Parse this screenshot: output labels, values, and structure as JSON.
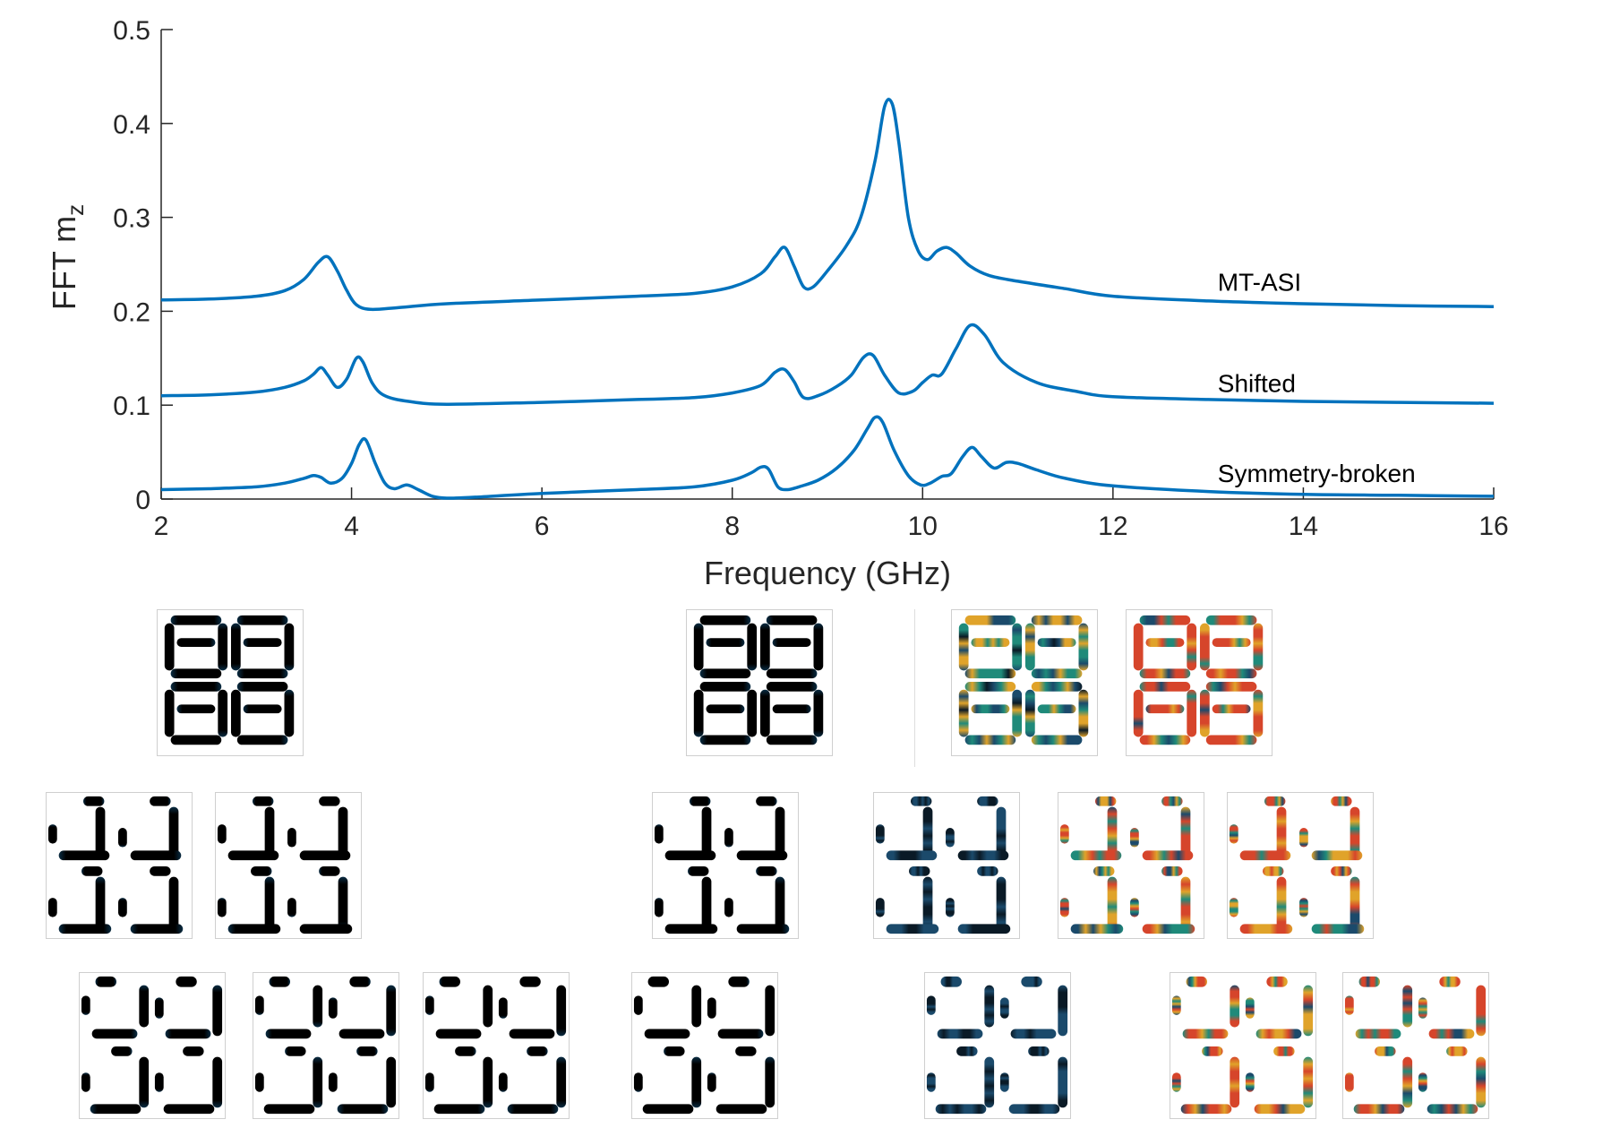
{
  "chart_data": {
    "type": "line",
    "title": "",
    "xlabel": "Frequency (GHz)",
    "ylabel_base": "FFT m",
    "ylabel_sub": "z",
    "xlim": [
      2,
      16
    ],
    "ylim": [
      0,
      0.5
    ],
    "xticks": [
      2,
      4,
      6,
      8,
      10,
      12,
      14,
      16
    ],
    "xtick_labels": [
      "2",
      "4",
      "6",
      "8",
      "10",
      "12",
      "14",
      "16"
    ],
    "yticks": [
      0,
      0.1,
      0.2,
      0.3,
      0.4,
      0.5
    ],
    "ytick_labels": [
      "0",
      "0.1",
      "0.2",
      "0.3",
      "0.4",
      "0.5"
    ],
    "grid": false,
    "line_color": "#0072BD",
    "series": [
      {
        "name": "MT-ASI",
        "label_at": [
          13.1,
          0.222
        ],
        "x": [
          2,
          2.5,
          3,
          3.3,
          3.5,
          3.65,
          3.75,
          3.85,
          3.95,
          4.05,
          4.2,
          4.5,
          5,
          6,
          7,
          7.6,
          8.0,
          8.3,
          8.45,
          8.55,
          8.65,
          8.75,
          8.85,
          9.0,
          9.2,
          9.35,
          9.5,
          9.6,
          9.68,
          9.75,
          9.85,
          9.95,
          10.05,
          10.15,
          10.25,
          10.35,
          10.5,
          10.7,
          11,
          11.5,
          12,
          13,
          14,
          15,
          16
        ],
        "y": [
          0.212,
          0.213,
          0.216,
          0.222,
          0.234,
          0.252,
          0.258,
          0.243,
          0.222,
          0.207,
          0.202,
          0.204,
          0.208,
          0.212,
          0.216,
          0.219,
          0.226,
          0.24,
          0.258,
          0.268,
          0.248,
          0.226,
          0.226,
          0.243,
          0.27,
          0.3,
          0.36,
          0.418,
          0.421,
          0.38,
          0.3,
          0.265,
          0.255,
          0.264,
          0.268,
          0.262,
          0.248,
          0.238,
          0.232,
          0.224,
          0.216,
          0.211,
          0.208,
          0.206,
          0.205
        ]
      },
      {
        "name": "Shifted",
        "label_at": [
          13.1,
          0.114
        ],
        "x": [
          2,
          2.5,
          3,
          3.3,
          3.5,
          3.6,
          3.68,
          3.75,
          3.85,
          3.95,
          4.05,
          4.12,
          4.22,
          4.35,
          4.6,
          5,
          6,
          7,
          7.6,
          8.0,
          8.3,
          8.45,
          8.55,
          8.65,
          8.75,
          8.9,
          9.1,
          9.25,
          9.38,
          9.48,
          9.6,
          9.75,
          9.9,
          10.0,
          10.1,
          10.2,
          10.35,
          10.5,
          10.65,
          10.85,
          11.2,
          11.6,
          12,
          13,
          14,
          15,
          16
        ],
        "y": [
          0.11,
          0.111,
          0.114,
          0.119,
          0.126,
          0.133,
          0.14,
          0.132,
          0.119,
          0.128,
          0.15,
          0.146,
          0.123,
          0.11,
          0.104,
          0.101,
          0.103,
          0.106,
          0.108,
          0.113,
          0.121,
          0.135,
          0.138,
          0.125,
          0.108,
          0.11,
          0.12,
          0.132,
          0.151,
          0.153,
          0.132,
          0.113,
          0.115,
          0.124,
          0.132,
          0.133,
          0.16,
          0.185,
          0.175,
          0.145,
          0.124,
          0.115,
          0.109,
          0.106,
          0.104,
          0.103,
          0.102
        ]
      },
      {
        "name": "Symmetry-broken",
        "label_at": [
          13.1,
          0.018
        ],
        "x": [
          2,
          2.5,
          3,
          3.3,
          3.5,
          3.6,
          3.68,
          3.78,
          3.9,
          4.0,
          4.08,
          4.15,
          4.25,
          4.35,
          4.45,
          4.58,
          4.7,
          4.85,
          5.0,
          5.3,
          6,
          7,
          7.6,
          8.0,
          8.2,
          8.3,
          8.38,
          8.48,
          8.58,
          8.7,
          8.9,
          9.1,
          9.28,
          9.42,
          9.5,
          9.58,
          9.7,
          9.85,
          9.98,
          10.08,
          10.2,
          10.3,
          10.42,
          10.52,
          10.62,
          10.75,
          10.88,
          11.0,
          11.2,
          11.5,
          12,
          13,
          14,
          15,
          16
        ],
        "y": [
          0.01,
          0.011,
          0.013,
          0.017,
          0.022,
          0.025,
          0.023,
          0.017,
          0.022,
          0.038,
          0.058,
          0.063,
          0.038,
          0.017,
          0.011,
          0.015,
          0.01,
          0.003,
          0.001,
          0.002,
          0.006,
          0.01,
          0.013,
          0.02,
          0.028,
          0.034,
          0.032,
          0.013,
          0.01,
          0.013,
          0.02,
          0.033,
          0.052,
          0.075,
          0.087,
          0.082,
          0.052,
          0.025,
          0.015,
          0.017,
          0.024,
          0.027,
          0.045,
          0.055,
          0.045,
          0.033,
          0.039,
          0.038,
          0.031,
          0.022,
          0.014,
          0.008,
          0.005,
          0.004,
          0.003
        ]
      }
    ]
  },
  "panels": {
    "row1": [
      {
        "type": "A",
        "seed": 1,
        "intensity": 0.04
      },
      {
        "type": "A",
        "seed": 2,
        "intensity": 0.04
      },
      {
        "type": "A",
        "seed": 3,
        "intensity": 0.65
      },
      {
        "type": "A",
        "seed": 4,
        "intensity": 0.95
      }
    ],
    "row2": [
      {
        "type": "B",
        "seed": 5,
        "intensity": 0.04
      },
      {
        "type": "B",
        "seed": 6,
        "intensity": 0.04
      },
      {
        "type": "B",
        "seed": 7,
        "intensity": 0.08
      },
      {
        "type": "B",
        "seed": 8,
        "intensity": 0.35
      },
      {
        "type": "B",
        "seed": 9,
        "intensity": 0.85
      },
      {
        "type": "B",
        "seed": 10,
        "intensity": 0.85
      }
    ],
    "row3": [
      {
        "type": "C",
        "seed": 11,
        "intensity": 0.04
      },
      {
        "type": "C",
        "seed": 12,
        "intensity": 0.05
      },
      {
        "type": "C",
        "seed": 13,
        "intensity": 0.08
      },
      {
        "type": "C",
        "seed": 14,
        "intensity": 0.05
      },
      {
        "type": "C",
        "seed": 15,
        "intensity": 0.4
      },
      {
        "type": "C",
        "seed": 16,
        "intensity": 0.85
      },
      {
        "type": "C",
        "seed": 17,
        "intensity": 0.85
      }
    ]
  }
}
